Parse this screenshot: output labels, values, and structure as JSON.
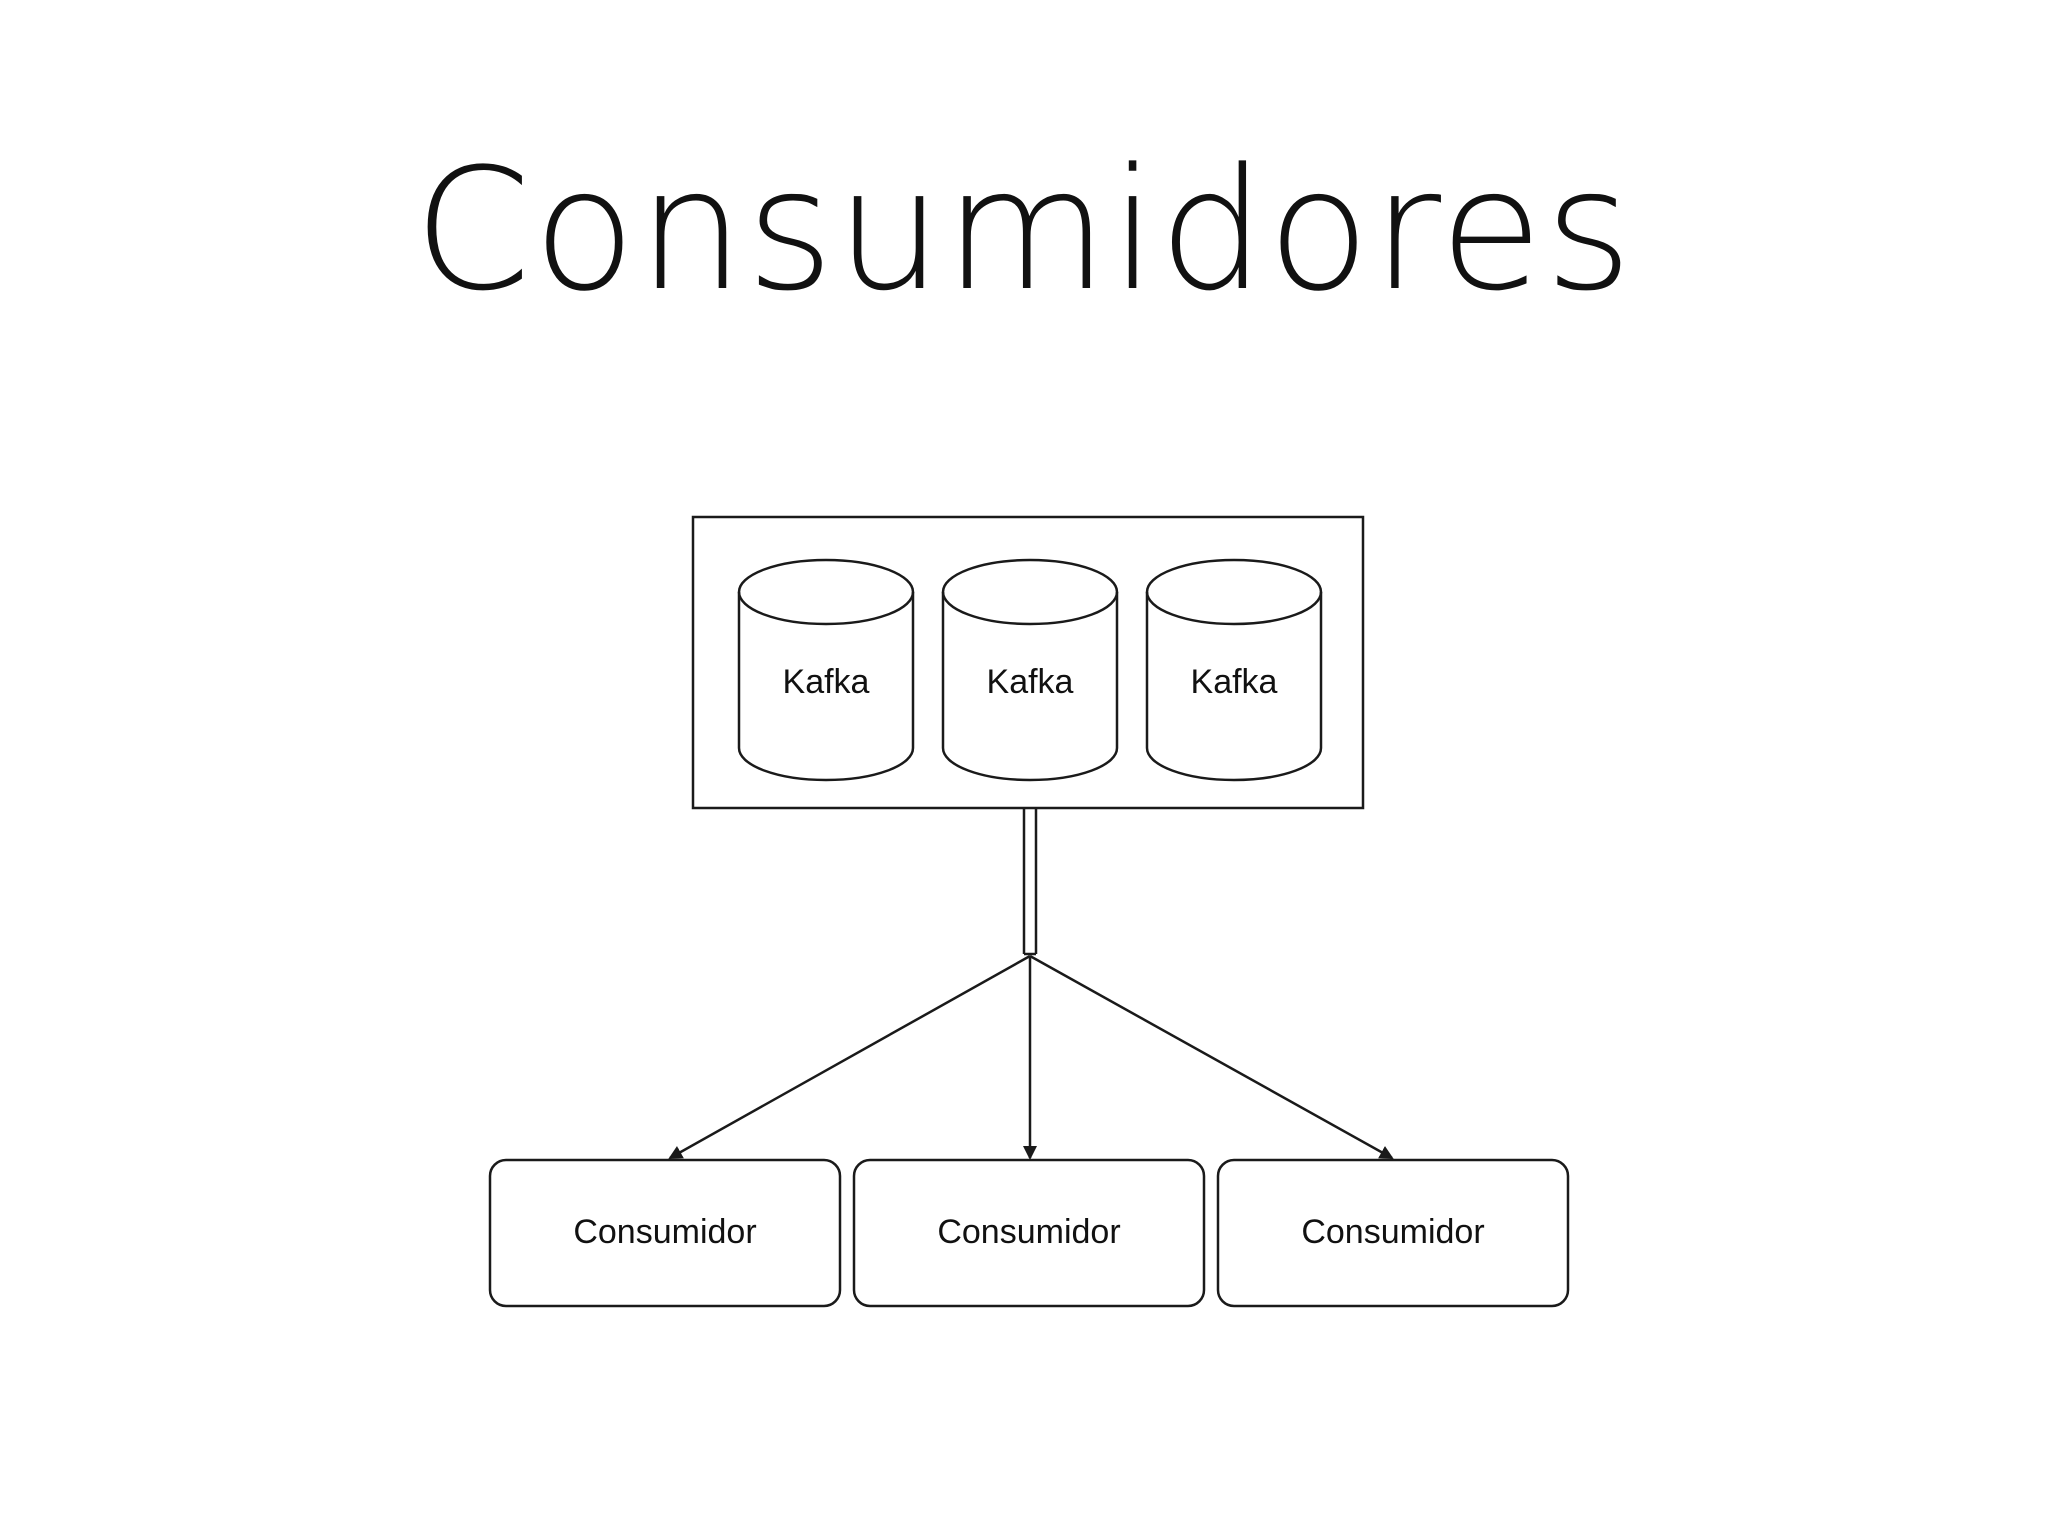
{
  "slide": {
    "title": "Consumidores"
  },
  "diagram": {
    "cluster": {
      "nodes": [
        {
          "label": "Kafka"
        },
        {
          "label": "Kafka"
        },
        {
          "label": "Kafka"
        }
      ]
    },
    "consumers": [
      {
        "label": "Consumidor"
      },
      {
        "label": "Consumidor"
      },
      {
        "label": "Consumidor"
      }
    ],
    "colors": {
      "stroke": "#1a1a1a",
      "text": "#111111",
      "background": "#ffffff"
    }
  }
}
